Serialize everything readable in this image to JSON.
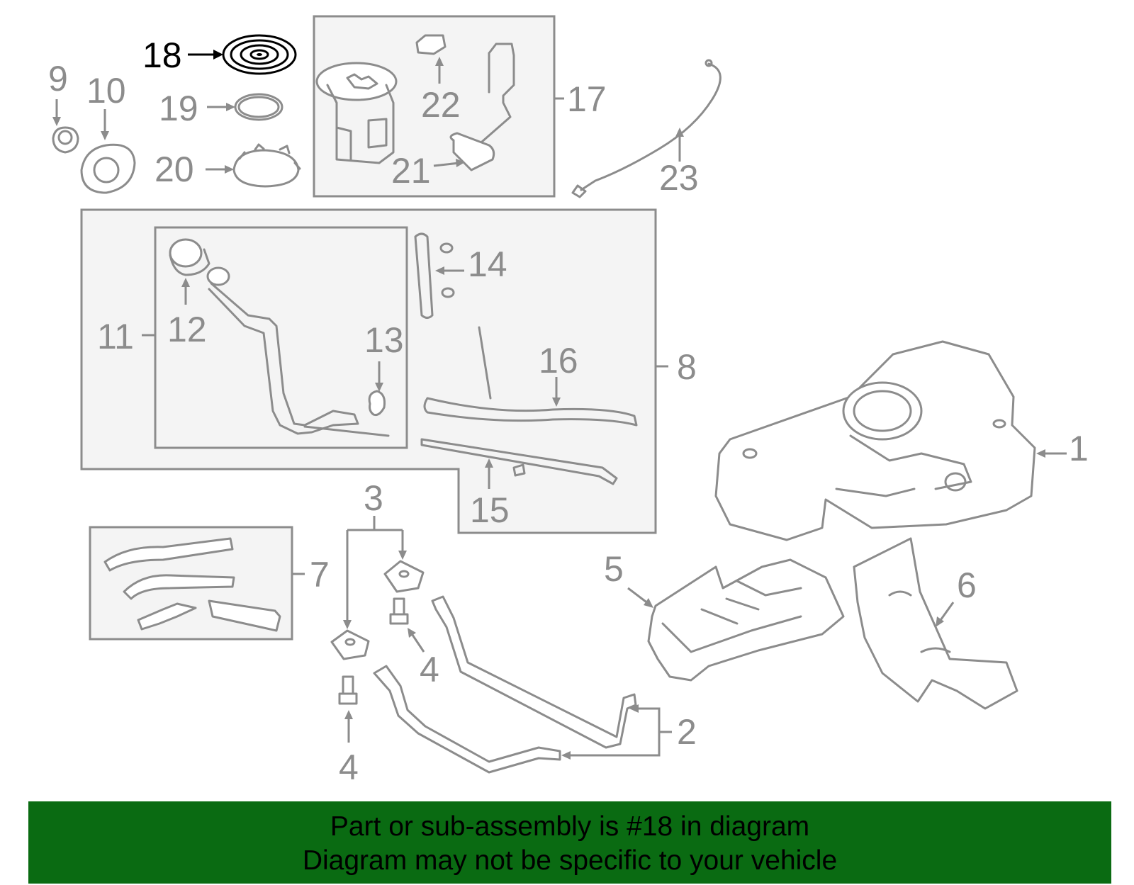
{
  "diagram": {
    "highlighted_part": "18",
    "callouts": {
      "c1": "1",
      "c2": "2",
      "c3": "3",
      "c4a": "4",
      "c4b": "4",
      "c5": "5",
      "c6": "6",
      "c7": "7",
      "c8": "8",
      "c9": "9",
      "c10": "10",
      "c11": "11",
      "c12": "12",
      "c13": "13",
      "c14": "14",
      "c15": "15",
      "c16": "16",
      "c17": "17",
      "c18": "18",
      "c19": "19",
      "c20": "20",
      "c21": "21",
      "c22": "22",
      "c23": "23"
    },
    "colors": {
      "line_gray": "#8c8c8c",
      "box_fill": "#f4f4f4",
      "highlight": "#000000",
      "banner_green": "#0a6b12"
    }
  },
  "banner": {
    "line1": "Part or sub-assembly is #18 in diagram",
    "line2": "Diagram may not be specific to your vehicle"
  }
}
